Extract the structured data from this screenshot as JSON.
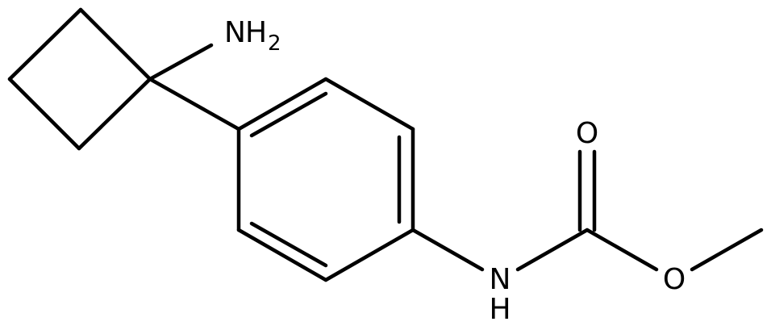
{
  "molecule": {
    "atoms": {
      "amine": {
        "element": "N",
        "hydrogens": "H",
        "subscript": "2"
      },
      "amide_n": {
        "element": "N",
        "hydrogen": "H"
      },
      "carbonyl_o": {
        "element": "O"
      },
      "ester_o": {
        "element": "O"
      }
    }
  },
  "colors": {
    "bond": "#000000",
    "background": "#ffffff"
  }
}
